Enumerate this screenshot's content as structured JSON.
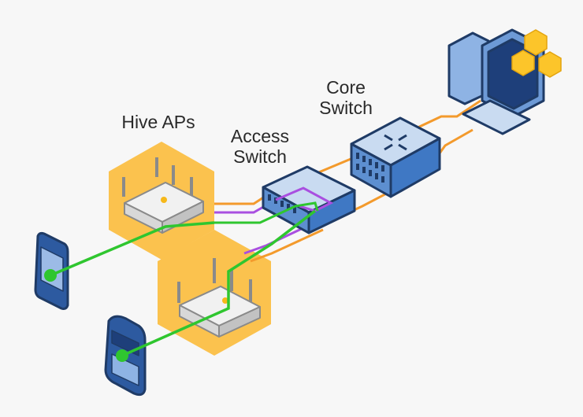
{
  "diagram": {
    "title": "Hive AP network topology",
    "labels": {
      "hive_aps": "Hive APs",
      "access_switch_line1": "Access",
      "access_switch_line2": "Switch",
      "core_switch_line1": "Core",
      "core_switch_line2": "Switch"
    },
    "nodes": [
      {
        "id": "server",
        "type": "computer-with-hive-icon"
      },
      {
        "id": "core-switch",
        "type": "core-switch"
      },
      {
        "id": "access-switch",
        "type": "access-switch"
      },
      {
        "id": "ap-1",
        "type": "hive-access-point"
      },
      {
        "id": "ap-2",
        "type": "hive-access-point"
      },
      {
        "id": "smartphone",
        "type": "touchscreen-phone"
      },
      {
        "id": "blackberry",
        "type": "keyboard-phone"
      }
    ],
    "links": [
      {
        "from": "ap-1",
        "to": "access-switch",
        "color": "orange"
      },
      {
        "from": "ap-1",
        "to": "access-switch",
        "color": "purple"
      },
      {
        "from": "ap-2",
        "to": "access-switch",
        "color": "orange"
      },
      {
        "from": "ap-2",
        "to": "access-switch",
        "color": "purple"
      },
      {
        "from": "access-switch",
        "to": "core-switch",
        "color": "orange"
      },
      {
        "from": "core-switch",
        "to": "server",
        "color": "orange"
      },
      {
        "from": "smartphone",
        "to": "ap-1",
        "color": "green"
      },
      {
        "from": "blackberry",
        "to": "ap-2",
        "color": "green"
      }
    ],
    "colors": {
      "background": "#f7f7f7",
      "hex_fill": "#fbc24e",
      "orange_link": "#f39a2c",
      "purple_link": "#a94fe0",
      "green_link": "#2fc62f",
      "device_blue": "#6d9ad6",
      "device_outline": "#1f3b66"
    }
  }
}
